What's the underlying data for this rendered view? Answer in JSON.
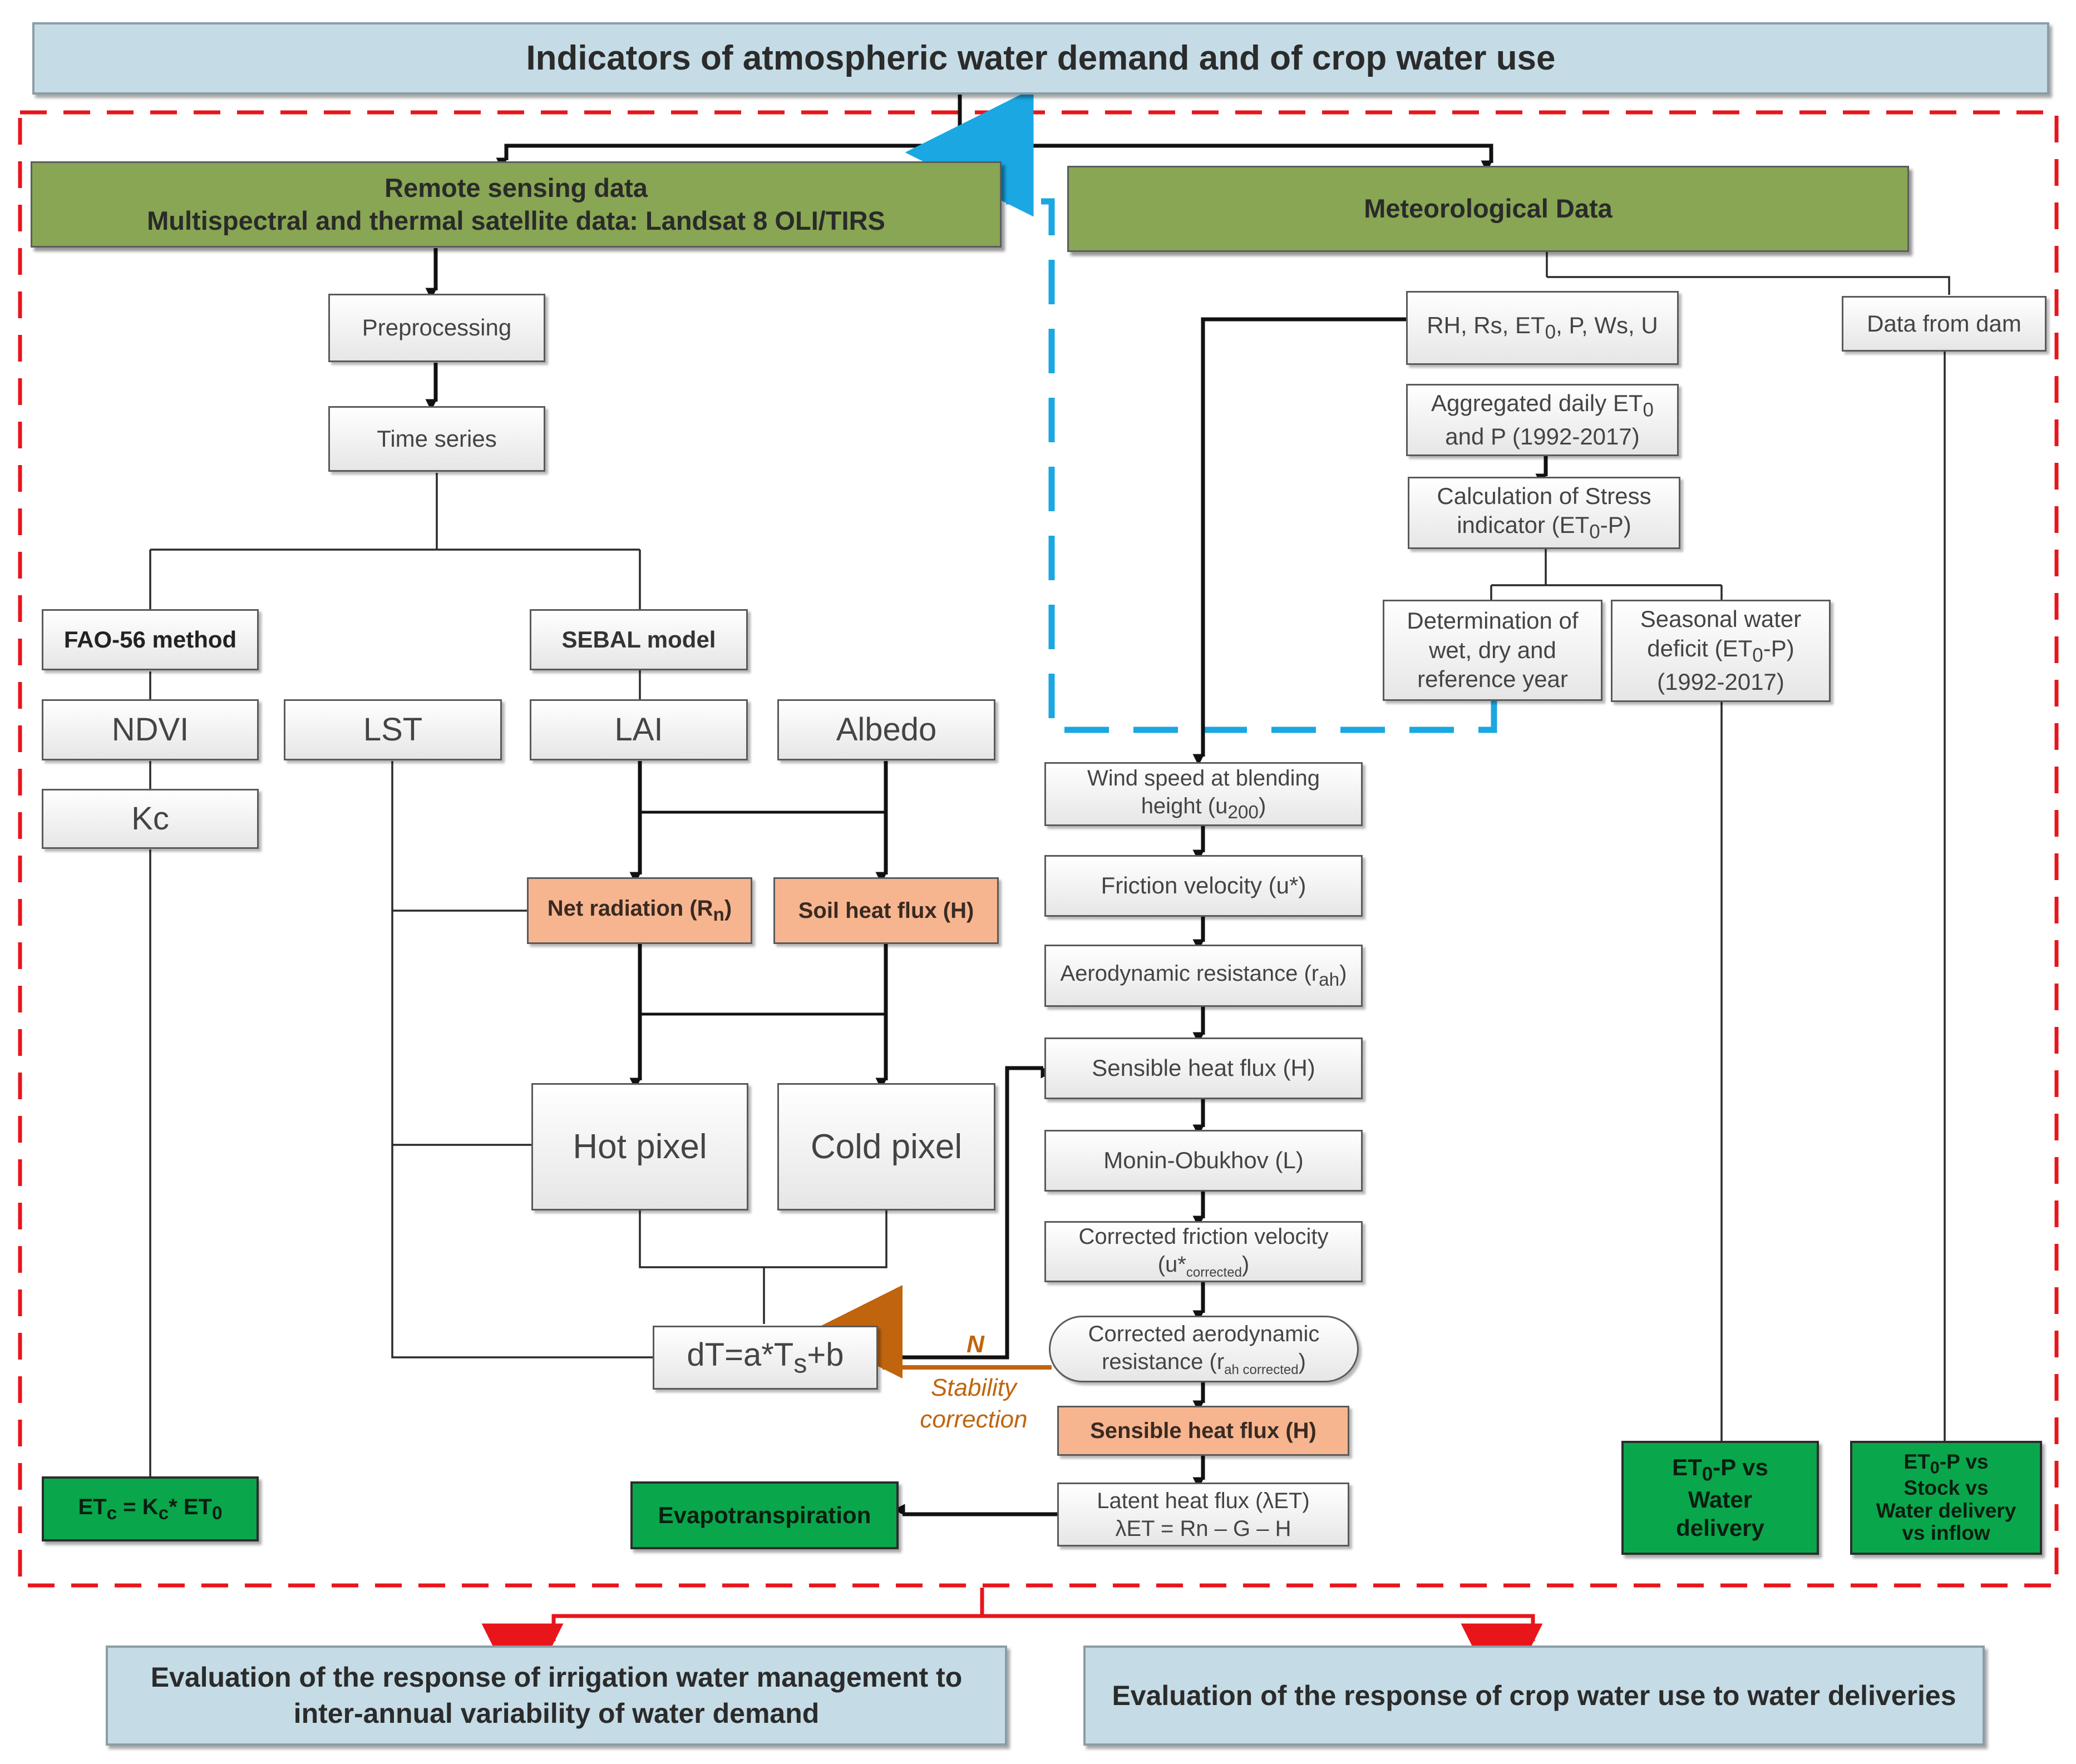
{
  "title": "Indicators of atmospheric water demand and of crop water use",
  "remote_sensing": {
    "line1": "Remote sensing data",
    "line2": "Multispectral and thermal satellite data: Landsat 8 OLI/TIRS"
  },
  "meteorological": "Meteorological Data",
  "left": {
    "preprocessing": "Preprocessing",
    "time_series": "Time series",
    "fao56": "FAO-56 method",
    "ndvi": "NDVI",
    "kc": "Kc",
    "etc": {
      "et": "ET",
      "c": "c",
      "mid": " = K",
      "c2": "c",
      "star": "* ET",
      "zero": "0"
    }
  },
  "sebal": {
    "model": "SEBAL model",
    "lst": "LST",
    "lai": "LAI",
    "albedo": "Albedo",
    "net_radiation": {
      "label": "Net radiation (R",
      "sub": "n",
      "close": ")"
    },
    "soil_heat_flux": "Soil heat flux (H)",
    "hot_pixel": "Hot pixel",
    "cold_pixel": "Cold pixel",
    "dt": {
      "label": "dT=a*T",
      "sub": "s",
      "tail": "+b"
    },
    "evapotranspiration": "Evapotranspiration"
  },
  "chain": {
    "wind": {
      "line1": "Wind speed at blending",
      "line2": "height (u",
      "sub": "200",
      "close": ")"
    },
    "friction": "Friction velocity (u*)",
    "aero": {
      "label": "Aerodynamic resistance (r",
      "sub": "ah",
      "close": ")"
    },
    "sensible1": "Sensible heat flux (H)",
    "monin": "Monin-Obukhov (L)",
    "corr_friction": {
      "line1": "Corrected friction velocity",
      "line2": "(u*",
      "sub": "corrected",
      "close": ")"
    },
    "corr_aero": {
      "line1": "Corrected aerodynamic",
      "line2": "resistance (r",
      "sub": "ah corrected",
      "close": ")"
    },
    "sensible2": "Sensible heat flux (H)",
    "latent": {
      "line1": "Latent heat flux (λET)",
      "line2": "λET = Rn – G – H"
    }
  },
  "stability": {
    "n": "N",
    "line1": "Stability",
    "line2": "correction"
  },
  "right": {
    "rh": {
      "a": "RH, Rs, ET",
      "sub": "0",
      "b": ", P, Ws, U"
    },
    "dam": "Data from dam",
    "aggregated": {
      "a": "Aggregated daily ET",
      "sub": "0",
      "b": "and P (1992-2017)"
    },
    "stress": {
      "a": "Calculation of Stress",
      "b": "indicator (ET",
      "sub": "0",
      "c": "-P)"
    },
    "determination": {
      "a": "Determination of",
      "b": "wet, dry and",
      "c": "reference year"
    },
    "seasonal": {
      "a": "Seasonal water",
      "b": "deficit (ET",
      "sub": "0",
      "c": "-P)",
      "d": "(1992-2017)"
    },
    "et0p_delivery": {
      "a": "ET",
      "sub": "0",
      "b": "-P vs",
      "c": "Water",
      "d": "delivery"
    },
    "et0p_stock": {
      "a": "ET",
      "sub": "0",
      "b": "-P vs",
      "c": "Stock vs",
      "d": "Water delivery",
      "e": "vs inflow"
    }
  },
  "bottom": {
    "left": {
      "line1": "Evaluation of the response of irrigation water management to",
      "line2": "inter-annual variability of water demand"
    },
    "right": "Evaluation of the response of crop water use to water deliveries"
  },
  "colors": {
    "header_blue": "#c5dce6",
    "olive": "#88a653",
    "salmon": "#f6b58f",
    "green": "#0aa64c",
    "red_dash": "#e8151b",
    "cyan_dash": "#1aa7e2",
    "orange_arrow": "#c0650e"
  }
}
